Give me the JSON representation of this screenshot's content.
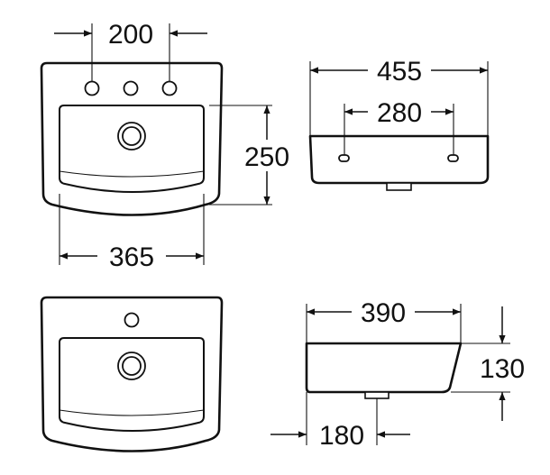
{
  "dimensions": {
    "tap_spacing": "200",
    "overall_width": "455",
    "fixing_spacing": "280",
    "bowl_depth": "250",
    "bowl_width": "365",
    "overall_depth": "390",
    "height": "130",
    "waste_position": "180"
  },
  "views": [
    "three-tap-hole-plan",
    "rear-elevation",
    "one-tap-hole-plan",
    "side-elevation"
  ],
  "icons": [
    "arrowhead",
    "tap-hole",
    "waste-drain",
    "fixing-hole"
  ]
}
